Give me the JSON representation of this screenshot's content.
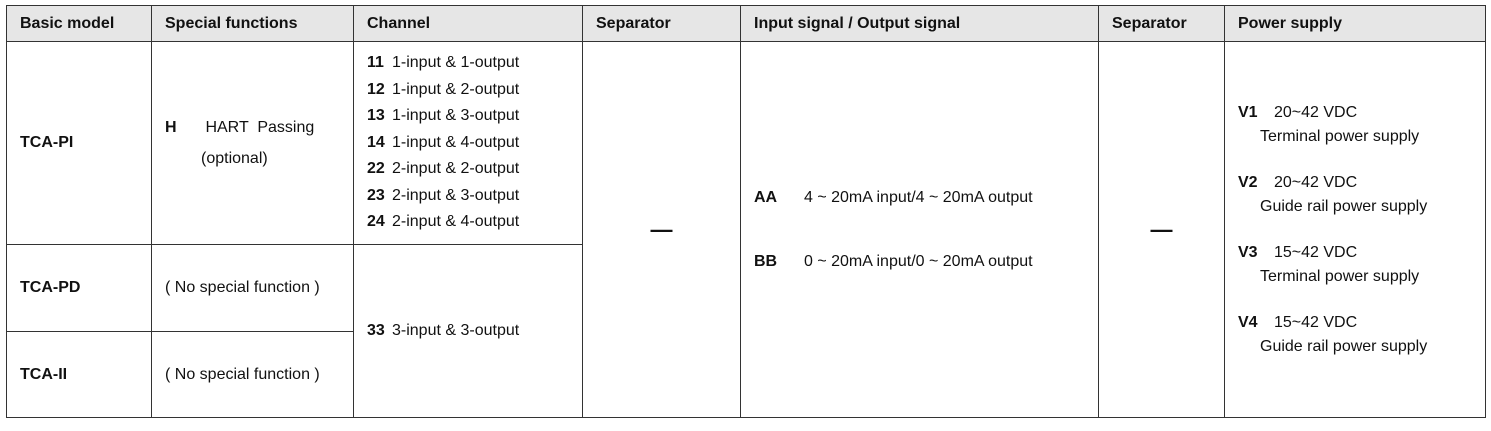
{
  "headers": [
    "Basic model",
    "Special functions",
    "Channel",
    "Separator",
    "Input signal / Output signal",
    "Separator",
    "Power supply"
  ],
  "models": [
    "TCA-PI",
    "TCA-PD",
    "TCA-II"
  ],
  "special": {
    "hart_code": "H",
    "hart_text": "HART  Passing",
    "hart_opt": "(optional)",
    "none": "( No special function )"
  },
  "channels": [
    {
      "code": "11",
      "text": "1-input & 1-output"
    },
    {
      "code": "12",
      "text": "1-input & 2-output"
    },
    {
      "code": "13",
      "text": "1-input & 3-output"
    },
    {
      "code": "14",
      "text": "1-input & 4-output"
    },
    {
      "code": "22",
      "text": "2-input & 2-output"
    },
    {
      "code": "23",
      "text": "2-input & 3-output"
    },
    {
      "code": "24",
      "text": "2-input & 4-output"
    }
  ],
  "channel_33": {
    "code": "33",
    "text": "3-input & 3-output"
  },
  "separator": "—",
  "io": [
    {
      "code": "AA",
      "text": "4 ~ 20mA input/4 ~ 20mA output"
    },
    {
      "code": "BB",
      "text": "0 ~ 20mA input/0 ~ 20mA output"
    }
  ],
  "power": [
    {
      "code": "V1",
      "volt": "20~42 VDC",
      "desc": "Terminal power supply"
    },
    {
      "code": "V2",
      "volt": "20~42 VDC",
      "desc": "Guide rail power supply"
    },
    {
      "code": "V3",
      "volt": "15~42 VDC",
      "desc": "Terminal power supply"
    },
    {
      "code": "V4",
      "volt": "15~42 VDC",
      "desc": "Guide rail power supply"
    }
  ]
}
